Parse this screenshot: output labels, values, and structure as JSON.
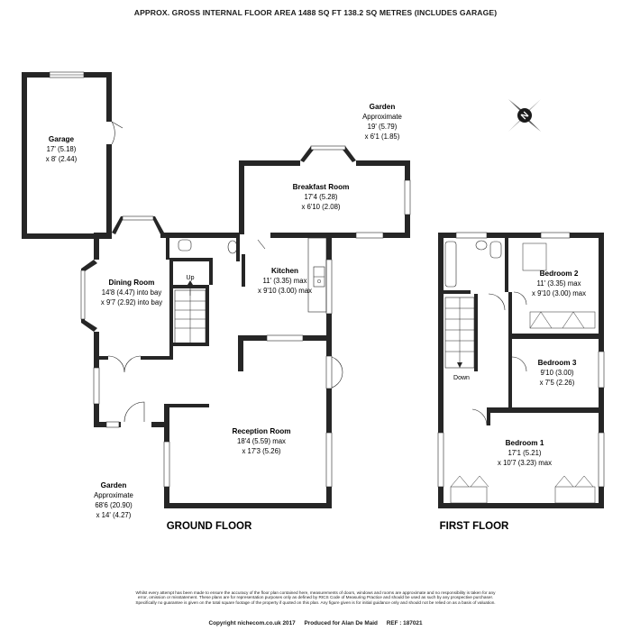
{
  "header": {
    "title": "APPROX. GROSS INTERNAL FLOOR AREA 1488 SQ FT 138.2 SQ METRES (INCLUDES GARAGE)"
  },
  "ground_floor": {
    "label": "GROUND FLOOR",
    "rooms": {
      "garage": {
        "name": "Garage",
        "dim1": "17' (5.18)",
        "dim2": "x 8' (2.44)"
      },
      "breakfast": {
        "name": "Breakfast Room",
        "dim1": "17'4 (5.28)",
        "dim2": "x 6'10 (2.08)"
      },
      "kitchen": {
        "name": "Kitchen",
        "dim1": "11' (3.35) max",
        "dim2": "x 9'10 (3.00) max"
      },
      "dining": {
        "name": "Dining Room",
        "dim1": "14'8 (4.47) into bay",
        "dim2": "x 9'7 (2.92) into bay"
      },
      "reception": {
        "name": "Reception Room",
        "dim1": "18'4 (5.59) max",
        "dim2": "x 17'3 (5.26)"
      }
    },
    "stairs_label": "Up"
  },
  "first_floor": {
    "label": "FIRST FLOOR",
    "rooms": {
      "bedroom1": {
        "name": "Bedroom 1",
        "dim1": "17'1 (5.21)",
        "dim2": "x 10'7 (3.23) max"
      },
      "bedroom2": {
        "name": "Bedroom 2",
        "dim1": "11' (3.35) max",
        "dim2": "x 9'10 (3.00) max"
      },
      "bedroom3": {
        "name": "Bedroom 3",
        "dim1": "9'10 (3.00)",
        "dim2": "x 7'5 (2.26)"
      }
    },
    "stairs_label": "Down"
  },
  "gardens": {
    "rear": {
      "name": "Garden",
      "approx": "Approximate",
      "dim1": "19' (5.79)",
      "dim2": "x 6'1 (1.85)"
    },
    "front": {
      "name": "Garden",
      "approx": "Approximate",
      "dim1": "68'6 (20.90)",
      "dim2": "x 14' (4.27)"
    }
  },
  "compass": {
    "letter": "N",
    "icon": "compass-icon"
  },
  "disclaimer": "Whilst every attempt has been made to ensure the accuracy of the floor plan contained here, measurements of doors, windows and rooms are approximate and no responsibility is taken for any error, omission or misstatement. These plans are for representation purposes only as defined by RICS Code of Measuring Practice and should be used as such by any prospective purchaser. Specifically no guarantee is given on the total square footage of the property if quoted on this plan. Any figure given is for initial guidance only and should not be relied on as a basis of valuation.",
  "footer": {
    "copyright": "Copyright nichecom.co.uk 2017",
    "produced": "Produced for Alan De Maid",
    "ref": "REF : 187021"
  }
}
